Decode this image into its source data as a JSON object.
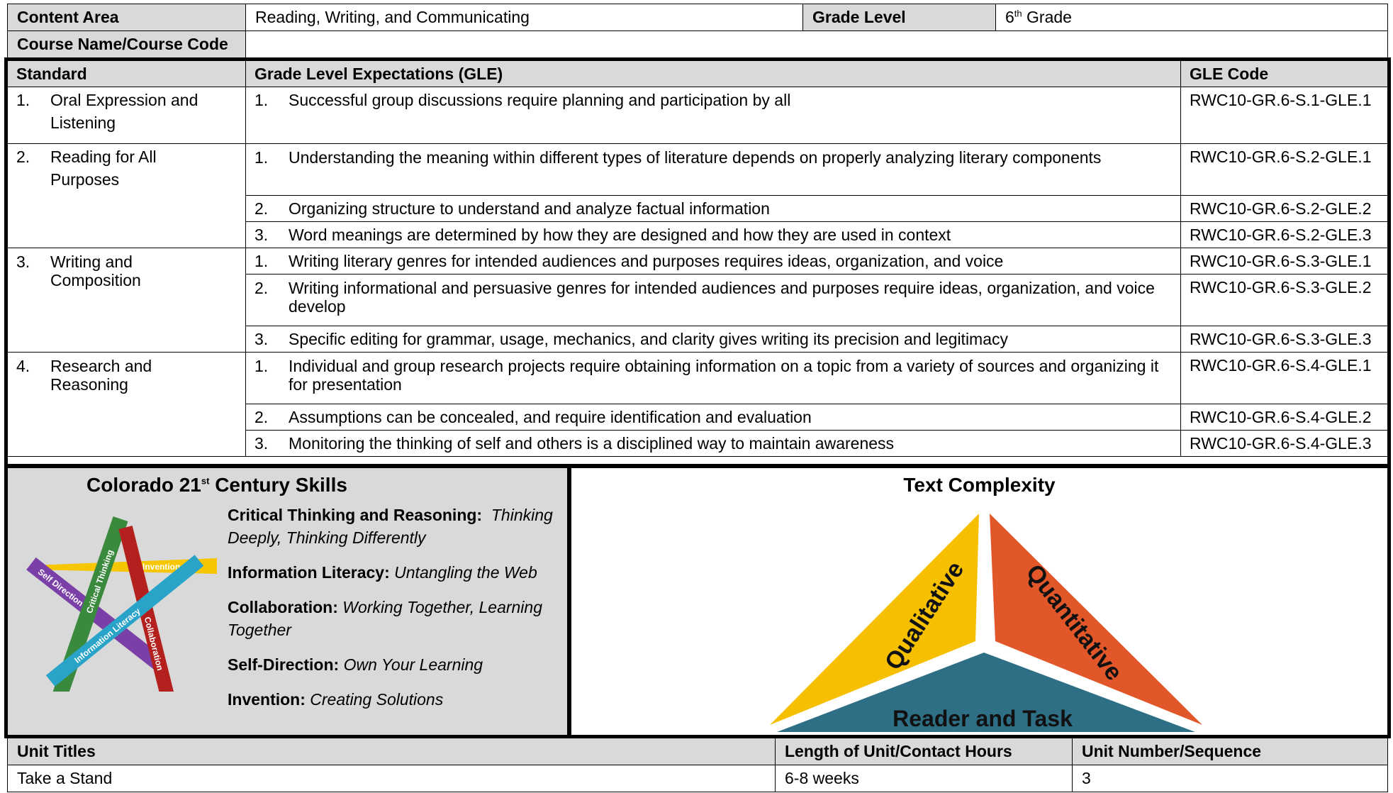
{
  "header": {
    "content_area_label": "Content Area",
    "content_area_value": "Reading, Writing, and Communicating",
    "grade_level_label": "Grade Level",
    "grade_level_num": "6",
    "grade_level_sup": "th",
    "grade_level_suffix": " Grade",
    "course_label": "Course Name/Course Code",
    "course_value": ""
  },
  "standards": {
    "col_standard": "Standard",
    "col_gle": "Grade Level Expectations (GLE)",
    "col_code": "GLE Code",
    "groups": [
      {
        "num": "1.",
        "name": "Oral Expression and Listening",
        "gles": [
          {
            "num": "1.",
            "text": "Successful group discussions require planning and participation by all",
            "code": "RWC10-GR.6-S.1-GLE.1"
          }
        ]
      },
      {
        "num": "2.",
        "name": "Reading for All Purposes",
        "gles": [
          {
            "num": "1.",
            "text": "Understanding the meaning within different types of literature depends on properly analyzing literary components",
            "code": "RWC10-GR.6-S.2-GLE.1"
          },
          {
            "num": "2.",
            "text": "Organizing structure to understand and analyze factual information",
            "code": "RWC10-GR.6-S.2-GLE.2"
          },
          {
            "num": "3.",
            "text": "Word meanings are determined by how they are designed and how they are used in context",
            "code": "RWC10-GR.6-S.2-GLE.3"
          }
        ]
      },
      {
        "num": "3.",
        "name": "Writing and Composition",
        "gles": [
          {
            "num": "1.",
            "text": "Writing literary genres for intended audiences and purposes requires ideas, organization, and voice",
            "code": "RWC10-GR.6-S.3-GLE.1"
          },
          {
            "num": "2.",
            "text": "Writing informational and persuasive genres for intended audiences and purposes require ideas, organization, and voice develop",
            "code": "RWC10-GR.6-S.3-GLE.2"
          },
          {
            "num": "3.",
            "text": "Specific editing for grammar, usage, mechanics, and clarity gives writing its precision and legitimacy",
            "code": "RWC10-GR.6-S.3-GLE.3"
          }
        ]
      },
      {
        "num": "4.",
        "name": "Research and Reasoning",
        "gles": [
          {
            "num": "1.",
            "text": "Individual and group research projects require obtaining information on a topic from a variety of sources and organizing it for presentation",
            "code": "RWC10-GR.6-S.4-GLE.1"
          },
          {
            "num": "2.",
            "text": "Assumptions can be concealed, and require identification and evaluation",
            "code": "RWC10-GR.6-S.4-GLE.2"
          },
          {
            "num": "3.",
            "text": "Monitoring the thinking of self and others is a disciplined way to maintain awareness",
            "code": "RWC10-GR.6-S.4-GLE.3"
          }
        ]
      }
    ]
  },
  "skills": {
    "title_pre": "Colorado 21",
    "title_sup": "st",
    "title_post": " Century Skills",
    "items": [
      {
        "label": "Critical Thinking and Reasoning:",
        "desc": "Thinking Deeply, Thinking Differently"
      },
      {
        "label": "Information Literacy:",
        "desc": "Untangling the Web"
      },
      {
        "label": "Collaboration:",
        "desc": "Working Together, Learning Together"
      },
      {
        "label": "Self-Direction:",
        "desc": "Own Your Learning"
      },
      {
        "label": "Invention:",
        "desc": "Creating Solutions"
      }
    ],
    "star_labels": {
      "critical": "Critical Thinking",
      "invention": "Invention",
      "self": "Self Direction",
      "info": "Information Literacy",
      "collab": "Collaboration"
    },
    "star_colors": {
      "critical": "#3a8a3e",
      "invention": "#f6c600",
      "self": "#7b3fa8",
      "info": "#2aa3c9",
      "collab": "#b3201e"
    }
  },
  "complexity": {
    "title": "Text Complexity",
    "qualitative": "Qualitative",
    "quantitative": "Quantitative",
    "reader_task": "Reader and Task",
    "colors": {
      "qualitative": "#f6c000",
      "quantitative": "#e2572a",
      "reader_task": "#2e6f86"
    }
  },
  "units": {
    "col_titles": "Unit Titles",
    "col_length": "Length of Unit/Contact Hours",
    "col_seq": "Unit Number/Sequence",
    "title": "Take a Stand",
    "length": "6-8 weeks",
    "seq": "3"
  }
}
